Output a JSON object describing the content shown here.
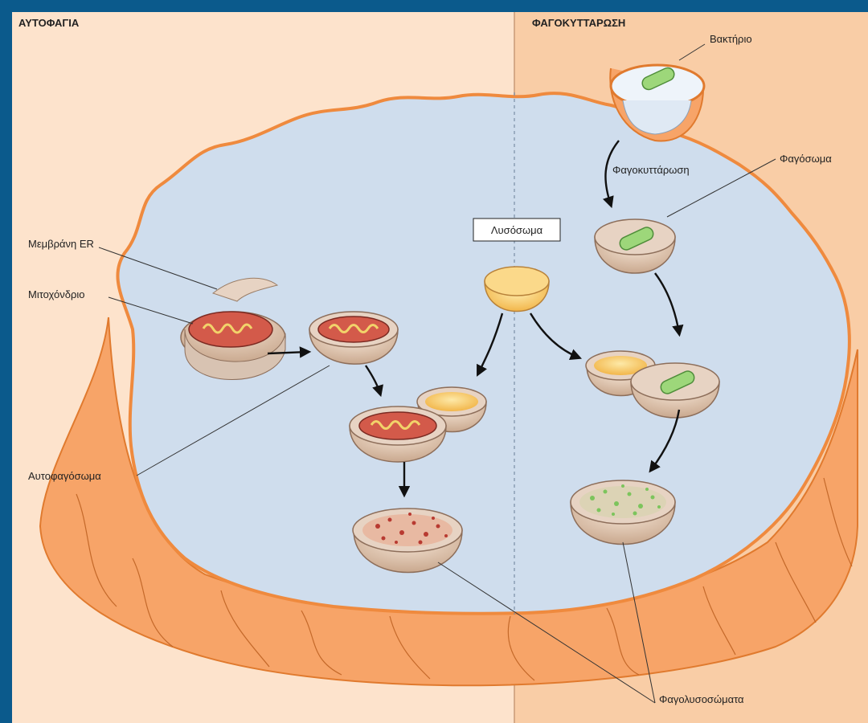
{
  "headers": {
    "left": "ΑΥΤΟΦΑΓΙΑ",
    "right": "ΦΑΓΟΚΥΤΤΑΡΩΣΗ"
  },
  "labels": {
    "bacterium": "Βακτήριο",
    "phagocytosis": "Φαγοκυττάρωση",
    "phagosome": "Φαγόσωμα",
    "lysosome": "Λυσόσωμα",
    "er_membrane": "Μεμβράνη ER",
    "mitochondrion": "Μιτοχόνδριο",
    "autophagosome": "Αυτοφαγόσωμα",
    "phagolysosomes": "Φαγολυσοσώματα"
  },
  "colors": {
    "frame": "#0b5a8c",
    "left_bg": "#fde3cc",
    "right_bg": "#f9cda6",
    "cytoplasm": "#cfdded",
    "membrane": "#ef8a3e",
    "membrane_fill": "#f7a468",
    "mitochondrion": "#c7403a",
    "lysosome": "#f7c864",
    "bacterium": "#9dd77a"
  }
}
